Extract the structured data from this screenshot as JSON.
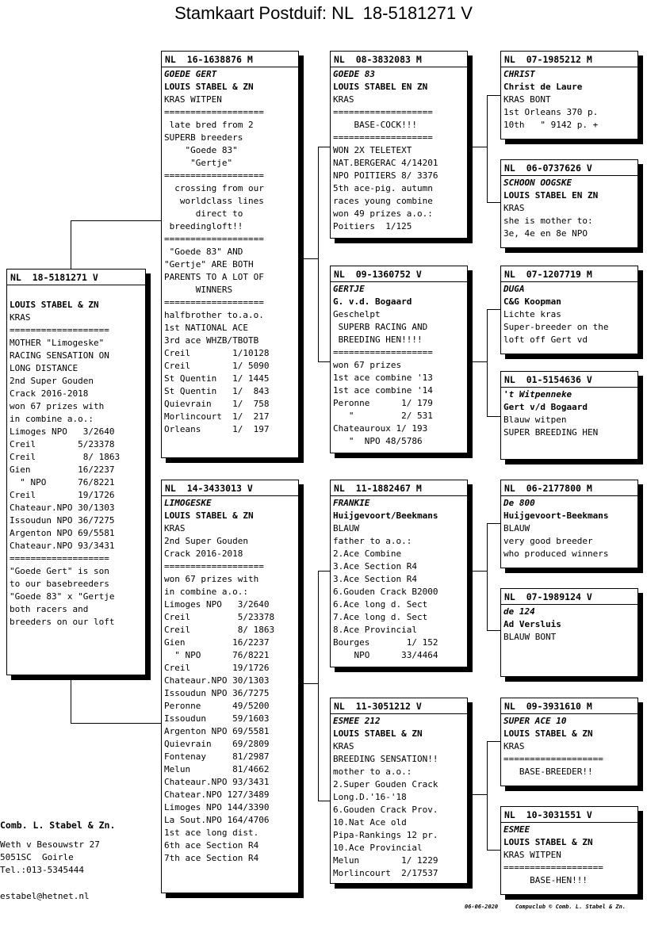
{
  "title": "Stamkaart Postduif: NL  18-5181271 V",
  "boxes": [
    {
      "id": "subject",
      "ring": "NL  18-5181271 V",
      "name": "",
      "breeder": "LOUIS STABEL & ZN",
      "lines": [
        "KRAS",
        "===================",
        "MOTHER \"Limogeske\"",
        "RACING SENSATION ON",
        "LONG DISTANCE",
        "2nd Super Gouden",
        "Crack 2016-2018",
        "won 67 prizes with",
        "in combine a.o.:",
        "Limoges NPO   3/2640",
        "Creil        5/23378",
        "Creil         8/ 1863",
        "Gien         16/2237",
        "  \" NPO      76/8221",
        "Creil        19/1726",
        "Chateaur.NPO 30/1303",
        "Issoudun NPO 36/7275",
        "Argenton NPO 69/5581",
        "Chateaur.NPO 93/3431",
        "===================",
        "\"Goede Gert\" is son",
        "to our basebreeders",
        "\"Goede 83\" x \"Gertje",
        "both racers and",
        "breeders on our loft"
      ]
    },
    {
      "id": "father",
      "ring": "NL  16-1638876 M",
      "name": "GOEDE GERT",
      "breeder": "LOUIS STABEL & ZN",
      "lines": [
        "KRAS WITPEN",
        "===================",
        " late bred from 2",
        "SUPERB breeders",
        "    \"Goede 83\"",
        "     \"Gertje\"",
        "===================",
        "  crossing from our",
        "   worldclass lines",
        "      direct to",
        " breedingloft!!",
        "===================",
        " \"Goede 83\" AND",
        "\"Gertje\" ARE BOTH",
        "PARENTS TO A LOT OF",
        "      WINNERS",
        "===================",
        "halfbrother to.a.o.",
        "1st NATIONAL ACE",
        "3rd ace WHZB/TBOTB",
        "Creil        1/10128",
        "Creil        1/ 5090",
        "St Quentin   1/ 1445",
        "St Quentin   1/  843",
        "Quievrain    1/  758",
        "Morlincourt  1/  217",
        "Orleans      1/  197"
      ]
    },
    {
      "id": "mother",
      "ring": "NL  14-3433013 V",
      "name": "LIMOGESKE",
      "breeder": "LOUIS STABEL & ZN",
      "lines": [
        "KRAS",
        "2nd Super Gouden",
        "Crack 2016-2018",
        "===================",
        "won 67 prizes with",
        "in combine a.o.:",
        "Limoges NPO   3/2640",
        "Creil         5/23378",
        "Creil         8/ 1863",
        "Gien         16/2237",
        "  \" NPO      76/8221",
        "Creil        19/1726",
        "Chateaur.NPO 30/1303",
        "Issoudun NPO 36/7275",
        "Peronne      49/5200",
        "Issoudun     59/1603",
        "Argenton NPO 69/5581",
        "Quievrain    69/2809",
        "Fontenay     81/2987",
        "Melun        81/4662",
        "Chateaur.NPO 93/3431",
        "Chatear.NPO 127/3489",
        "Limoges NPO 144/3390",
        "La Sout.NPO 164/4706",
        "1st ace long dist.",
        "6th ace Section R4",
        "7th ace Section R4"
      ]
    },
    {
      "id": "ff",
      "ring": "NL  08-3832083 M",
      "name": "GOEDE 83",
      "breeder": "LOUIS STABEL EN ZN",
      "lines": [
        "KRAS",
        "===================",
        "    BASE-COCK!!!",
        "===================",
        "WON 2X TELETEXT",
        "NAT.BERGERAC 4/14201",
        "NPO POITIERS 8/ 3376",
        "5th ace-pig. autumn",
        "races young combine",
        "won 49 prizes a.o.:",
        "Poitiers  1/125"
      ]
    },
    {
      "id": "fm",
      "ring": "NL  09-1360752 V",
      "name": "GERTJE",
      "breeder": "G. v.d. Bogaard",
      "lines": [
        "Geschelpt",
        " SUPERB RACING AND",
        " BREEDING HEN!!!!",
        "===================",
        "won 67 prizes",
        "1st ace combine '13",
        "1st ace combine '14",
        "Peronne      1/ 179",
        "   \"         2/ 531",
        "Chateauroux 1/ 193",
        "   \"  NPO 48/5786"
      ]
    },
    {
      "id": "mf",
      "ring": "NL  11-1882467 M",
      "name": "FRANKIE",
      "breeder": "Huijgevoort/Beekmans",
      "lines": [
        "BLAUW",
        "father to a.o.:",
        "2.Ace Combine",
        "3.Ace Section R4",
        "3.Ace Section R4",
        "6.Gouden Crack B2000",
        "6.Ace long d. Sect",
        "7.Ace long d. Sect",
        "8.Ace Provincial",
        "Bourges       1/ 152",
        "    NPO      33/4464"
      ]
    },
    {
      "id": "mm",
      "ring": "NL  11-3051212 V",
      "name": "ESMEE 212",
      "breeder": "LOUIS STABEL & ZN",
      "lines": [
        "KRAS",
        "BREEDING SENSATION!!",
        "mother to a.o.:",
        "2.Super Gouden Crack",
        "Long.D.'16-'18",
        "6.Gouden Crack Prov.",
        "10.Nat Ace old",
        "Pipa-Rankings 12 pr.",
        "10.Ace Provincial",
        "Melun        1/ 1229",
        "Morlincourt  2/17537"
      ]
    },
    {
      "id": "fff",
      "ring": "NL  07-1985212 M",
      "name": "CHRIST",
      "breeder": "Christ de Laure",
      "lines": [
        "KRAS BONT",
        "1st Orleans 370 p.",
        "10th   \" 9142 p. +"
      ]
    },
    {
      "id": "ffm",
      "ring": "NL  06-0737626 V",
      "name": "SCHOON OOGSKE",
      "breeder": "LOUIS STABEL EN ZN",
      "lines": [
        "KRAS",
        "she is mother to:",
        "3e, 4e en 8e NPO"
      ]
    },
    {
      "id": "fmf",
      "ring": "NL  07-1207719 M",
      "name": "DUGA",
      "breeder": "C&G Koopman",
      "lines": [
        "Lichte kras",
        "Super-breeder on the",
        "loft off Gert vd"
      ]
    },
    {
      "id": "fmm",
      "ring": "NL  01-5154636 V",
      "name": "'t Witpenneke",
      "breeder": "Gert v/d Bogaard",
      "lines": [
        "Blauw witpen",
        "SUPER BREEDING HEN"
      ]
    },
    {
      "id": "mff",
      "ring": "NL  06-2177800 M",
      "name": "De 800",
      "breeder": "Huijgevoort-Beekmans",
      "lines": [
        "BLAUW",
        "very good breeder",
        "who produced winners"
      ]
    },
    {
      "id": "mfm",
      "ring": "NL  07-1989124 V",
      "name": "de 124",
      "breeder": "Ad Versluis",
      "lines": [
        "BLAUW BONT"
      ]
    },
    {
      "id": "mmf",
      "ring": "NL  09-3931610 M",
      "name": "SUPER ACE 10",
      "breeder": "LOUIS STABEL & ZN",
      "lines": [
        "KRAS",
        "===================",
        "   BASE-BREEDER!!"
      ]
    },
    {
      "id": "mmm",
      "ring": "NL  10-3031551 V",
      "name": "ESMEE",
      "breeder": "LOUIS STABEL & ZN",
      "lines": [
        "KRAS WITPEN",
        "===================",
        "     BASE-HEN!!!"
      ]
    }
  ],
  "footer": {
    "company": "Comb. L. Stabel & Zn.",
    "street": "Weth v Besouwstr 27",
    "city": "5051SC  Goirle",
    "phone": "Tel.:013-5345444",
    "email": "estabel@hetnet.nl",
    "date": "06-06-2020",
    "credit": "Compuclub © Comb. L. Stabel & Zn."
  }
}
